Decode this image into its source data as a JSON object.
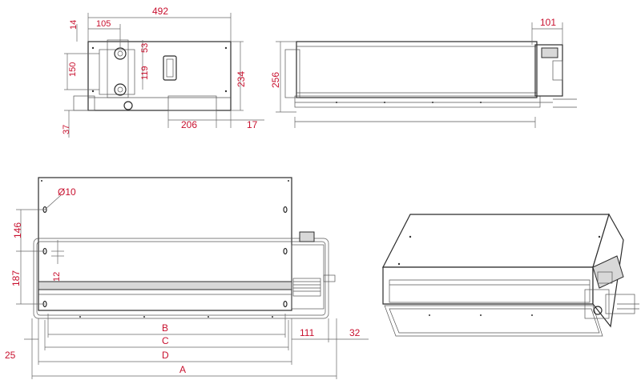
{
  "front_view": {
    "width": "492",
    "top_offset": "14",
    "inlet_offset": "105",
    "inlet_spacing": "53",
    "outlet_spacing": "119",
    "inlet_height": "150",
    "height": "234",
    "bottom_offset": "37",
    "drain_width": "206",
    "side_offset": "17"
  },
  "side_view": {
    "height": "256",
    "box_depth": "101"
  },
  "plan_view": {
    "hole_diameter": "Ø10",
    "hole_spacing_top": "146",
    "hole_spacing_bottom": "187",
    "slot_width": "12",
    "dim_b": "B",
    "dim_c": "C",
    "dim_d": "D",
    "dim_a": "A",
    "left_offset": "25",
    "box_length": "111",
    "pipe_length": "32"
  },
  "colors": {
    "dimension_text": "#c8102e",
    "outline": "#2b2b2b"
  }
}
